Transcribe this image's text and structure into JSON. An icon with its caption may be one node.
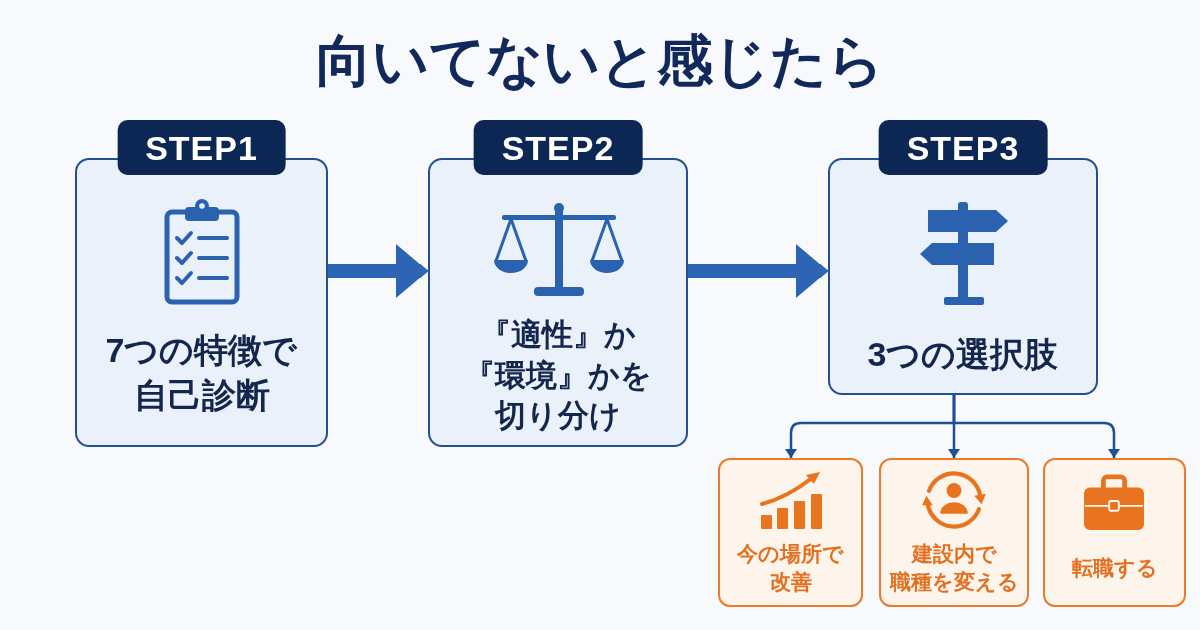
{
  "diagram": {
    "title": "向いてないと感じたら",
    "nodes": [
      {
        "text": [
          "STEP1",
          "7つの特徴で自己診断"
        ]
      },
      {
        "text": [
          "STEP2",
          "『適性』か『環境』かを切り分け"
        ]
      },
      {
        "text": [
          "STEP3",
          "3つの選択肢"
        ]
      },
      {
        "text": [
          "今の場所で改善"
        ]
      },
      {
        "text": [
          "建設内で職種を変える"
        ]
      },
      {
        "text": [
          "転職する"
        ]
      }
    ],
    "edges": [
      {
        "from": 0,
        "to": 1,
        "arrow": "to",
        "style": "thick",
        "color": "#2d64b3"
      },
      {
        "from": 1,
        "to": 2,
        "arrow": "to",
        "style": "thick",
        "color": "#2d64b3"
      },
      {
        "from": 2,
        "to": 3,
        "arrow": "to"
      },
      {
        "from": 2,
        "to": 4,
        "arrow": "to"
      },
      {
        "from": 2,
        "to": 5,
        "arrow": "to"
      }
    ]
  }
}
